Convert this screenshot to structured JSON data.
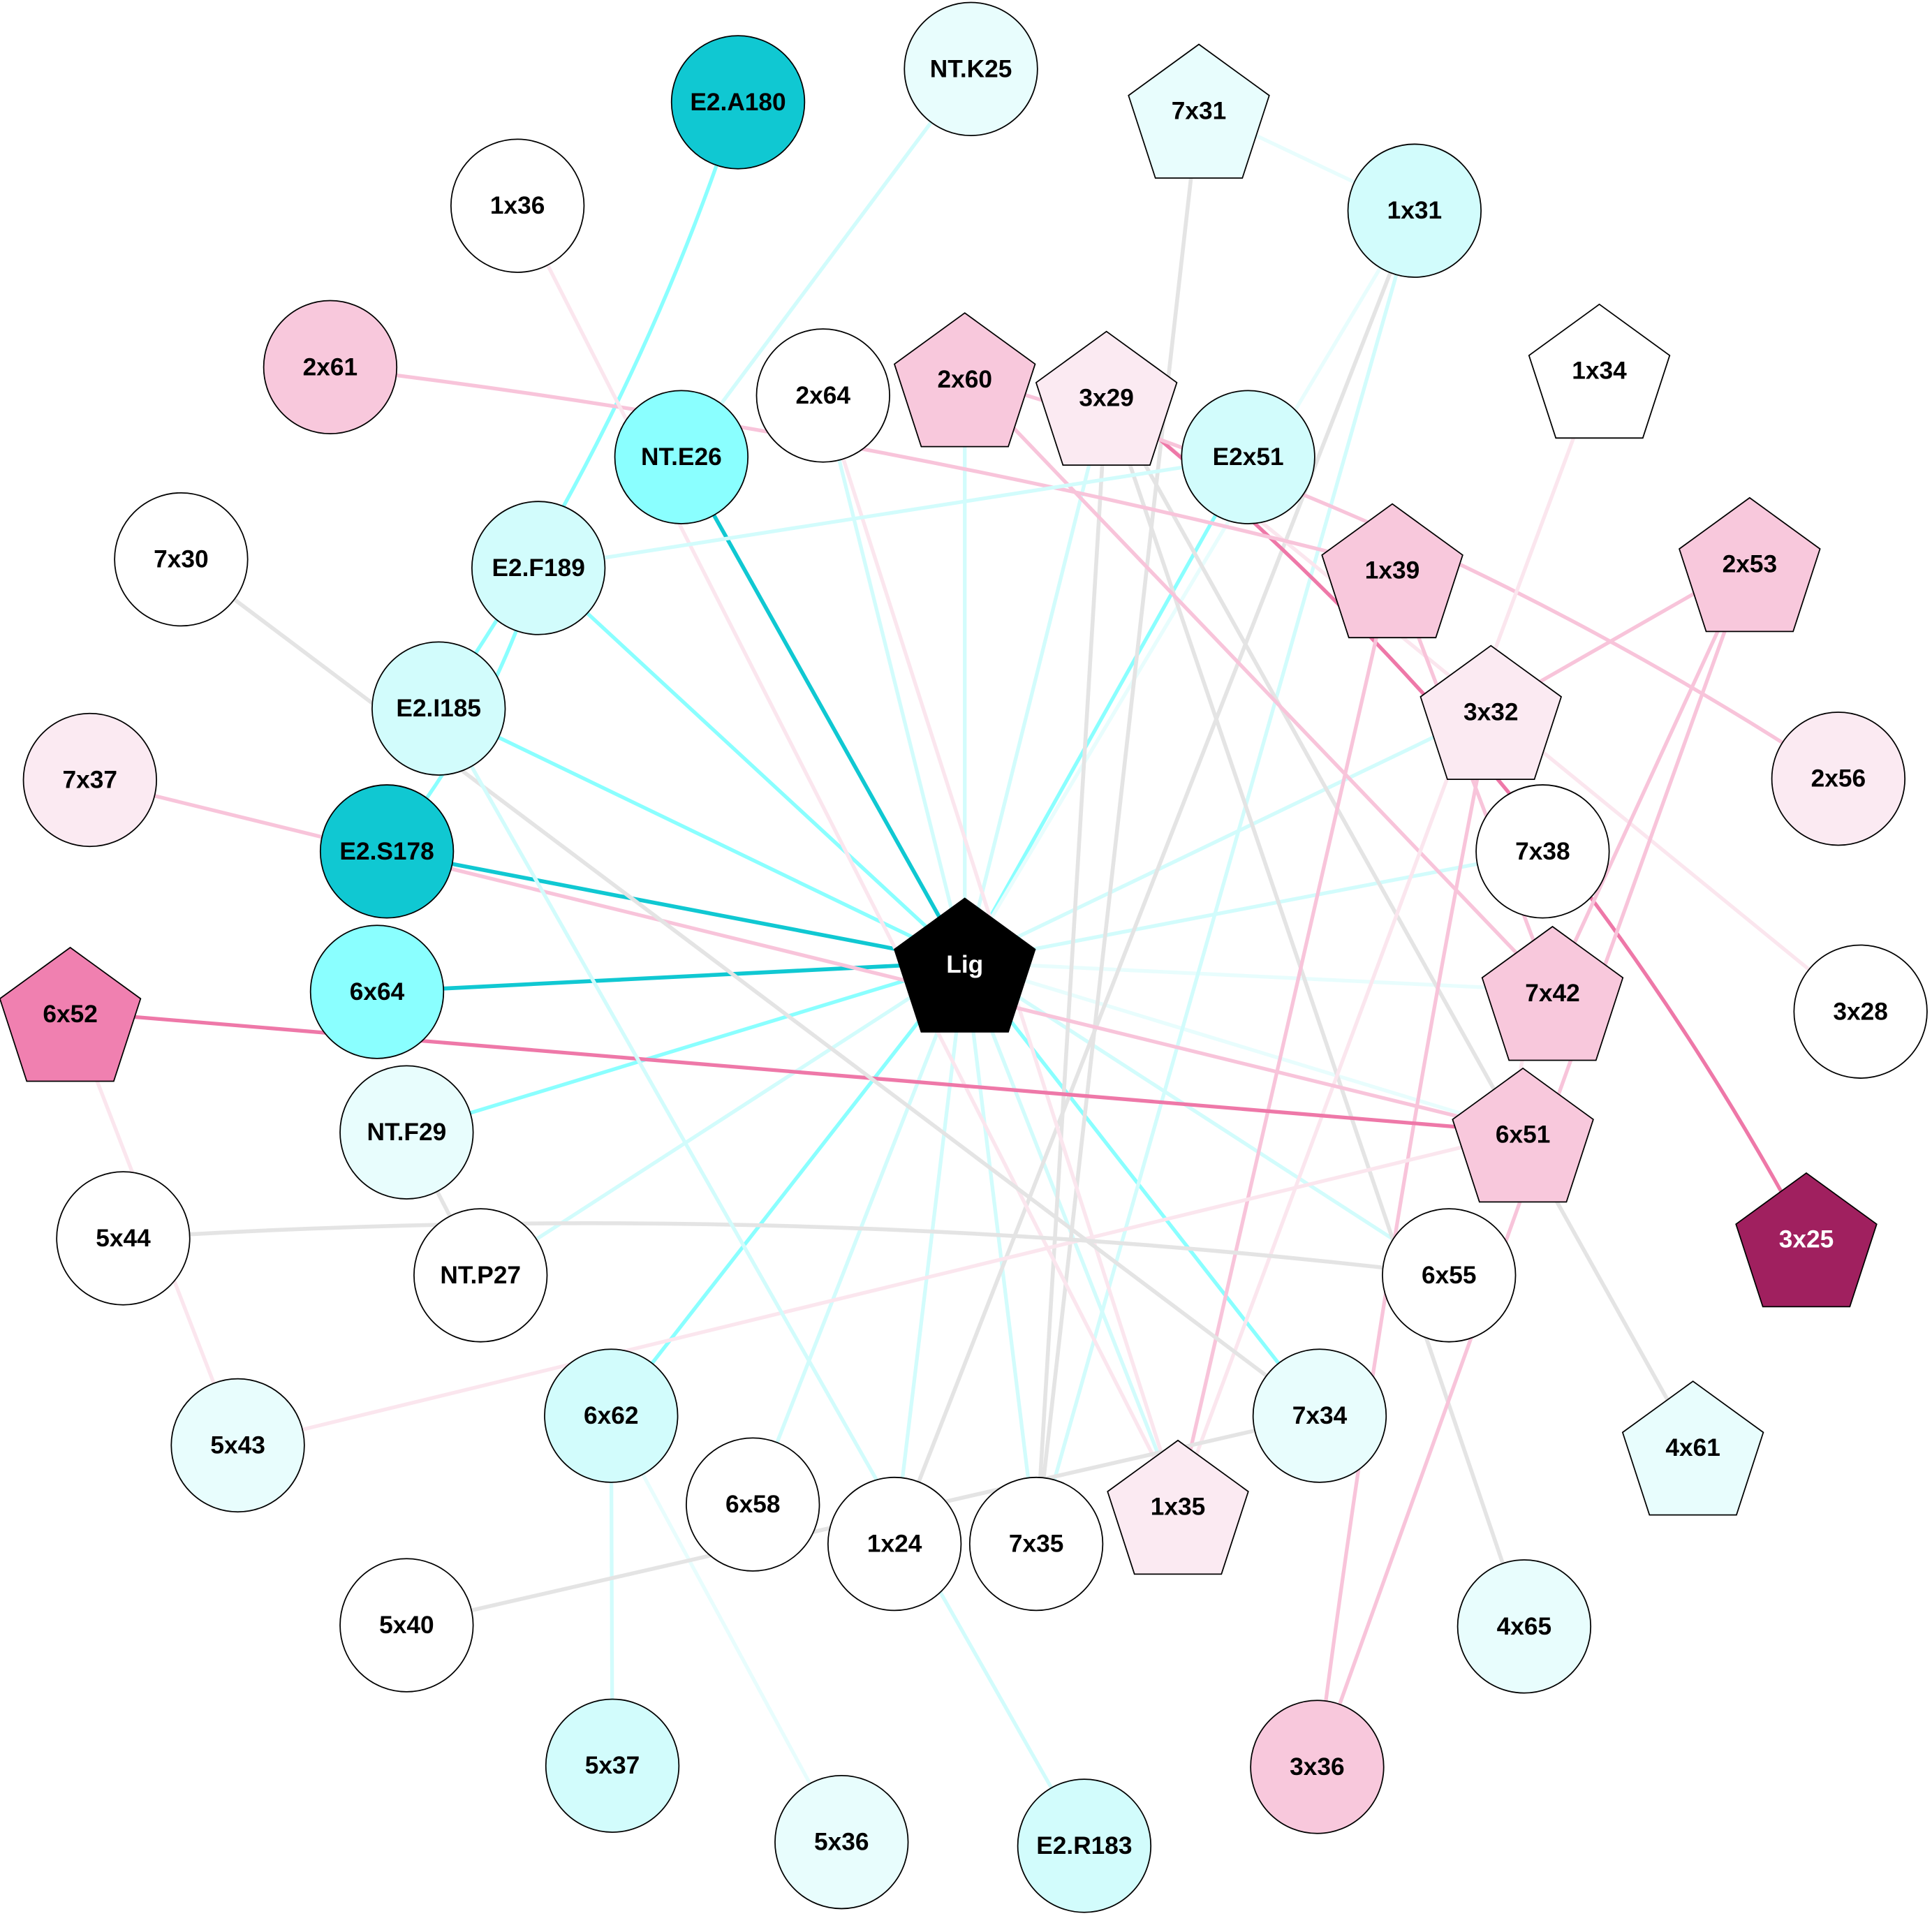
{
  "colors": {
    "dark_cyan": "#10c8d2",
    "cyan": "#8affff",
    "light_cyan": "#d2fcfc",
    "very_light_cyan": "#e8fdfd",
    "pink": "#f8c8dc",
    "light_pink": "#fbeaf2",
    "medium_pink": "#f080b0",
    "dark_magenta": "#a0205f",
    "white": "#ffffff",
    "black": "#000000",
    "edge_gray": "#e4e4e4",
    "edge_pink": "#f8c4da",
    "edge_light_pink": "#fbe6ee",
    "edge_medium_pink": "#ee78a8"
  },
  "nodes": [
    {
      "label": "Lig",
      "shape": "pentagon",
      "fill": "black",
      "text": "white"
    },
    {
      "label": "E2.A180",
      "shape": "circle",
      "fill": "dark_cyan"
    },
    {
      "label": "NT.K25",
      "shape": "circle",
      "fill": "very_light_cyan"
    },
    {
      "label": "7x31",
      "shape": "pentagon",
      "fill": "very_light_cyan"
    },
    {
      "label": "1x31",
      "shape": "circle",
      "fill": "light_cyan"
    },
    {
      "label": "1x36",
      "shape": "circle",
      "fill": "white"
    },
    {
      "label": "2x61",
      "shape": "circle",
      "fill": "pink"
    },
    {
      "label": "2x64",
      "shape": "circle",
      "fill": "white"
    },
    {
      "label": "2x60",
      "shape": "pentagon",
      "fill": "pink"
    },
    {
      "label": "3x29",
      "shape": "pentagon",
      "fill": "light_pink"
    },
    {
      "label": "NT.E26",
      "shape": "circle",
      "fill": "cyan"
    },
    {
      "label": "E2x51",
      "shape": "circle",
      "fill": "light_cyan"
    },
    {
      "label": "1x34",
      "shape": "pentagon",
      "fill": "white"
    },
    {
      "label": "7x30",
      "shape": "circle",
      "fill": "white"
    },
    {
      "label": "E2.F189",
      "shape": "circle",
      "fill": "light_cyan"
    },
    {
      "label": "1x39",
      "shape": "pentagon",
      "fill": "pink"
    },
    {
      "label": "2x53",
      "shape": "pentagon",
      "fill": "pink"
    },
    {
      "label": "E2.I185",
      "shape": "circle",
      "fill": "light_cyan"
    },
    {
      "label": "3x32",
      "shape": "pentagon",
      "fill": "light_pink"
    },
    {
      "label": "7x37",
      "shape": "circle",
      "fill": "light_pink"
    },
    {
      "label": "2x56",
      "shape": "circle",
      "fill": "light_pink"
    },
    {
      "label": "E2.S178",
      "shape": "circle",
      "fill": "dark_cyan"
    },
    {
      "label": "7x38",
      "shape": "circle",
      "fill": "white"
    },
    {
      "label": "6x64",
      "shape": "circle",
      "fill": "cyan"
    },
    {
      "label": "7x42",
      "shape": "pentagon",
      "fill": "pink"
    },
    {
      "label": "3x28",
      "shape": "circle",
      "fill": "white"
    },
    {
      "label": "6x52",
      "shape": "pentagon",
      "fill": "medium_pink"
    },
    {
      "label": "NT.F29",
      "shape": "circle",
      "fill": "very_light_cyan"
    },
    {
      "label": "6x51",
      "shape": "pentagon",
      "fill": "pink"
    },
    {
      "label": "5x44",
      "shape": "circle",
      "fill": "white"
    },
    {
      "label": "NT.P27",
      "shape": "circle",
      "fill": "white"
    },
    {
      "label": "6x55",
      "shape": "circle",
      "fill": "white"
    },
    {
      "label": "3x25",
      "shape": "pentagon",
      "fill": "dark_magenta",
      "text": "white"
    },
    {
      "label": "6x62",
      "shape": "circle",
      "fill": "light_cyan"
    },
    {
      "label": "7x34",
      "shape": "circle",
      "fill": "very_light_cyan"
    },
    {
      "label": "5x43",
      "shape": "circle",
      "fill": "very_light_cyan"
    },
    {
      "label": "4x61",
      "shape": "pentagon",
      "fill": "very_light_cyan"
    },
    {
      "label": "6x58",
      "shape": "circle",
      "fill": "white"
    },
    {
      "label": "1x24",
      "shape": "circle",
      "fill": "white"
    },
    {
      "label": "7x35",
      "shape": "circle",
      "fill": "white"
    },
    {
      "label": "1x35",
      "shape": "pentagon",
      "fill": "light_pink"
    },
    {
      "label": "5x40",
      "shape": "circle",
      "fill": "white"
    },
    {
      "label": "4x65",
      "shape": "circle",
      "fill": "very_light_cyan"
    },
    {
      "label": "5x37",
      "shape": "circle",
      "fill": "light_cyan"
    },
    {
      "label": "3x36",
      "shape": "circle",
      "fill": "pink"
    },
    {
      "label": "5x36",
      "shape": "circle",
      "fill": "very_light_cyan"
    },
    {
      "label": "E2.R183",
      "shape": "circle",
      "fill": "light_cyan"
    }
  ],
  "edges": [
    [
      "Lig",
      "E2.S178",
      "dark_cyan"
    ],
    [
      "Lig",
      "6x64",
      "dark_cyan"
    ],
    [
      "Lig",
      "NT.E26",
      "dark_cyan"
    ],
    [
      "Lig",
      "E2x51",
      "cyan"
    ],
    [
      "Lig",
      "E2.F189",
      "cyan"
    ],
    [
      "Lig",
      "E2.I185",
      "cyan"
    ],
    [
      "Lig",
      "NT.F29",
      "cyan"
    ],
    [
      "Lig",
      "6x62",
      "cyan"
    ],
    [
      "Lig",
      "7x34",
      "cyan"
    ],
    [
      "Lig",
      "2x60",
      "light_cyan"
    ],
    [
      "Lig",
      "2x64",
      "light_cyan"
    ],
    [
      "Lig",
      "3x29",
      "light_cyan"
    ],
    [
      "Lig",
      "1x31",
      "very_light_cyan"
    ],
    [
      "Lig",
      "3x32",
      "light_cyan"
    ],
    [
      "Lig",
      "7x38",
      "light_cyan"
    ],
    [
      "Lig",
      "7x42",
      "very_light_cyan"
    ],
    [
      "Lig",
      "6x51",
      "very_light_cyan"
    ],
    [
      "Lig",
      "6x55",
      "light_cyan"
    ],
    [
      "Lig",
      "NT.P27",
      "light_cyan"
    ],
    [
      "Lig",
      "6x58",
      "light_cyan"
    ],
    [
      "Lig",
      "1x24",
      "light_cyan"
    ],
    [
      "Lig",
      "7x35",
      "light_cyan"
    ],
    [
      "Lig",
      "1x35",
      "light_cyan"
    ],
    [
      "E2.A180",
      "E2.I185",
      "cyan"
    ],
    [
      "E2.F189",
      "E2.S178",
      "cyan"
    ],
    [
      "NT.K25",
      "NT.E26",
      "light_cyan"
    ],
    [
      "7x31",
      "1x31",
      "very_light_cyan"
    ],
    [
      "7x31",
      "7x35",
      "edge_gray"
    ],
    [
      "1x31",
      "1x24",
      "edge_gray"
    ],
    [
      "1x31",
      "7x35",
      "light_cyan"
    ],
    [
      "3x29",
      "4x65",
      "edge_gray"
    ],
    [
      "3x29",
      "4x61",
      "edge_gray"
    ],
    [
      "3x29",
      "7x35",
      "edge_gray"
    ],
    [
      "3x29",
      "3x28",
      "edge_light_pink"
    ],
    [
      "3x29",
      "3x25",
      "edge_medium_pink"
    ],
    [
      "2x60",
      "2x56",
      "edge_pink"
    ],
    [
      "2x60",
      "7x42",
      "edge_pink"
    ],
    [
      "2x61",
      "1x39",
      "edge_pink"
    ],
    [
      "1x36",
      "1x35",
      "edge_light_pink"
    ],
    [
      "2x64",
      "1x35",
      "edge_light_pink"
    ],
    [
      "E2x51",
      "E2.F189",
      "light_cyan"
    ],
    [
      "1x34",
      "1x35",
      "edge_light_pink"
    ],
    [
      "1x39",
      "1x35",
      "edge_pink"
    ],
    [
      "1x39",
      "7x42",
      "edge_pink"
    ],
    [
      "2x53",
      "3x32",
      "edge_pink"
    ],
    [
      "2x53",
      "3x36",
      "edge_pink"
    ],
    [
      "2x53",
      "7x42",
      "edge_pink"
    ],
    [
      "3x32",
      "3x36",
      "edge_pink"
    ],
    [
      "7x37",
      "6x51",
      "edge_pink"
    ],
    [
      "6x52",
      "6x51",
      "edge_medium_pink"
    ],
    [
      "6x52",
      "5x43",
      "edge_light_pink"
    ],
    [
      "5x43",
      "6x51",
      "edge_light_pink"
    ],
    [
      "5x44",
      "6x55",
      "edge_gray"
    ],
    [
      "NT.F29",
      "NT.P27",
      "edge_gray"
    ],
    [
      "7x30",
      "7x34",
      "edge_gray"
    ],
    [
      "6x62",
      "5x37",
      "light_cyan"
    ],
    [
      "6x62",
      "5x36",
      "very_light_cyan"
    ],
    [
      "E2.I185",
      "E2.R183",
      "light_cyan"
    ],
    [
      "7x34",
      "5x40",
      "edge_gray"
    ],
    [
      "6x51",
      "7x42",
      "edge_light_pink"
    ]
  ]
}
